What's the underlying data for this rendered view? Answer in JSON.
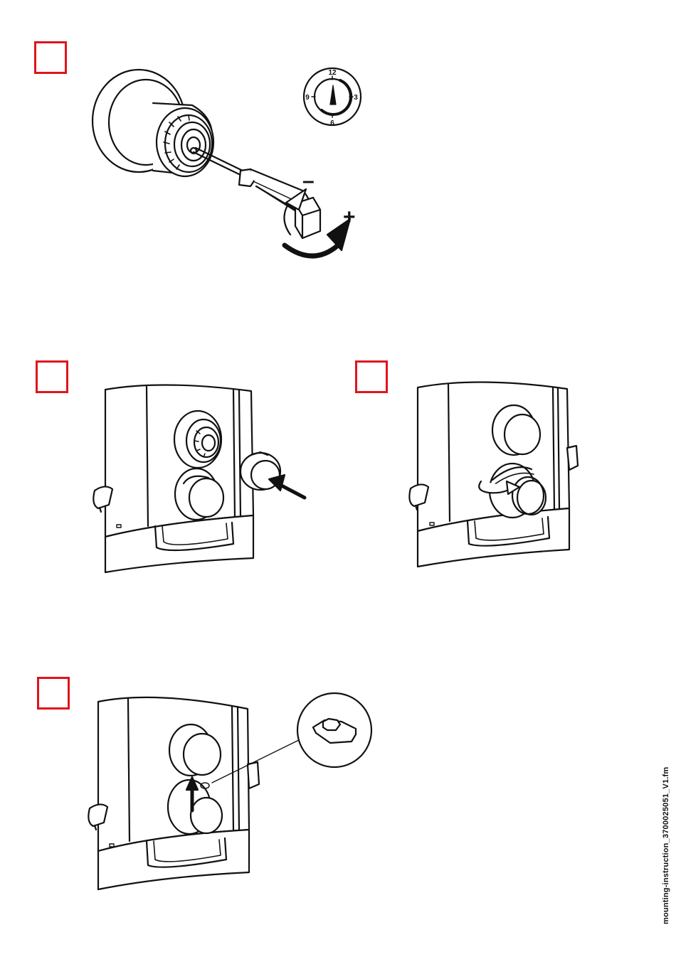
{
  "dial": {
    "top": "12",
    "right": "3",
    "bottom": "6",
    "left": "9"
  },
  "signs": {
    "minus": "–",
    "plus": "+"
  },
  "footer": {
    "filename": "mounting-instruction_3700025051_V1.fm"
  },
  "colors": {
    "step_box": "#e0141c",
    "line": "#111111"
  }
}
